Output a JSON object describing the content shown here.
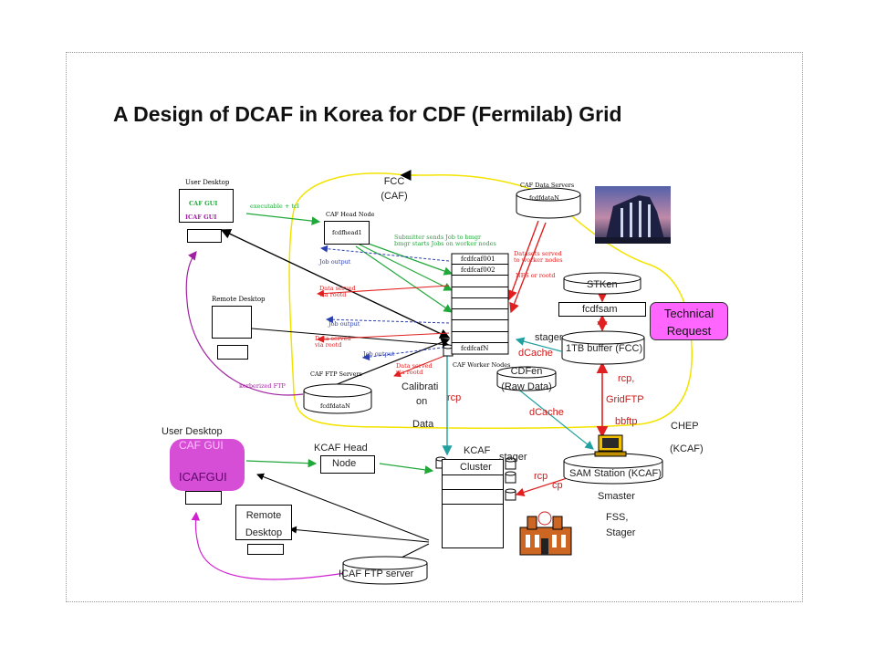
{
  "title": "A Design of DCAF in Korea for CDF (Fermilab) Grid",
  "fcc": {
    "line1": "FCC",
    "line2": "(CAF)"
  },
  "top": {
    "user_desktop": "User Desktop",
    "caf_gui": "CAF GUI",
    "icaf_gui": "ICAF GUI",
    "executable": "executable + tcl",
    "caf_head_node": "CAF Head Node",
    "fcdfhead1": "fcdfhead1",
    "submitter1": "Submitter sends Job to bmgr",
    "submitter2": "bmgr starts Jobs on worker nodes",
    "job_output_1": "Job output",
    "data_served_1a": "Data served",
    "data_served_1b": "via rootd",
    "remote_desktop": "Remote Desktop",
    "job_output_2": "Job output",
    "data_served_2a": "Data served",
    "data_served_2b": "via rootd",
    "job_output_3": "Job output",
    "data_served_3a": "Data served",
    "data_served_3b": "via rootd",
    "caf_ftp_servers": "CAF FTP Servers",
    "fcdfdataN_ftp": "fcdfdataN",
    "kerberized_ftp": "kerberized FTP",
    "caf_data_servers": "CAF Data Servers",
    "fcdfdataN_ds": "fcdfdataN",
    "datasets1": "Datasets served",
    "datasets2": "to worker nodes",
    "nfs": "NFS or rootd",
    "worker_rows": [
      "fcdfcaf001",
      "fcdfcaf002",
      "",
      "",
      "",
      "",
      "",
      "",
      "fcdfcafN"
    ],
    "worker_nodes": "CAF Worker Nodes"
  },
  "right": {
    "stken": "STKen",
    "fcdfsam": "fcdfsam",
    "technical_1": "Technical",
    "technical_2": "Request",
    "stager": "stager",
    "dcache1": "dCache",
    "buffer": "1TB buffer (FCC)",
    "cdfen1": "CDFen",
    "cdfen2": "(Raw Data)",
    "rcp": "rcp,",
    "gridftp": "GridFTP",
    "dcache2": "dCache",
    "bbftp": "bbftp",
    "chep": "CHEP",
    "kcaf": "(KCAF)",
    "sam_station": "SAM Station (KCAF)",
    "smaster": "Smaster",
    "fss": "FSS,",
    "stager2": "Stager"
  },
  "middle": {
    "calib1": "Calibrati",
    "calib2": "on",
    "data": "Data",
    "rcp_teal": "rcp"
  },
  "bottom": {
    "user_desktop": "User Desktop",
    "caf_gui": "CAF GUI",
    "icaf_gui": "ICAFGUI",
    "kcaf_head": "KCAF Head",
    "node": "Node",
    "kcaf": "KCAF",
    "cluster": "Cluster",
    "stager": "stager",
    "rcp": "rcp",
    "cp": "cp",
    "remote1": "Remote",
    "remote2": "Desktop",
    "icaf_ftp": "ICAF FTP server"
  },
  "colors": {
    "red": "#e02020",
    "green": "#21a83a",
    "blue": "#2b3fb0",
    "purple": "#a020a0",
    "teal": "#20a0a0",
    "yellow": "#f2e400",
    "magenta": "#d64ed6"
  }
}
